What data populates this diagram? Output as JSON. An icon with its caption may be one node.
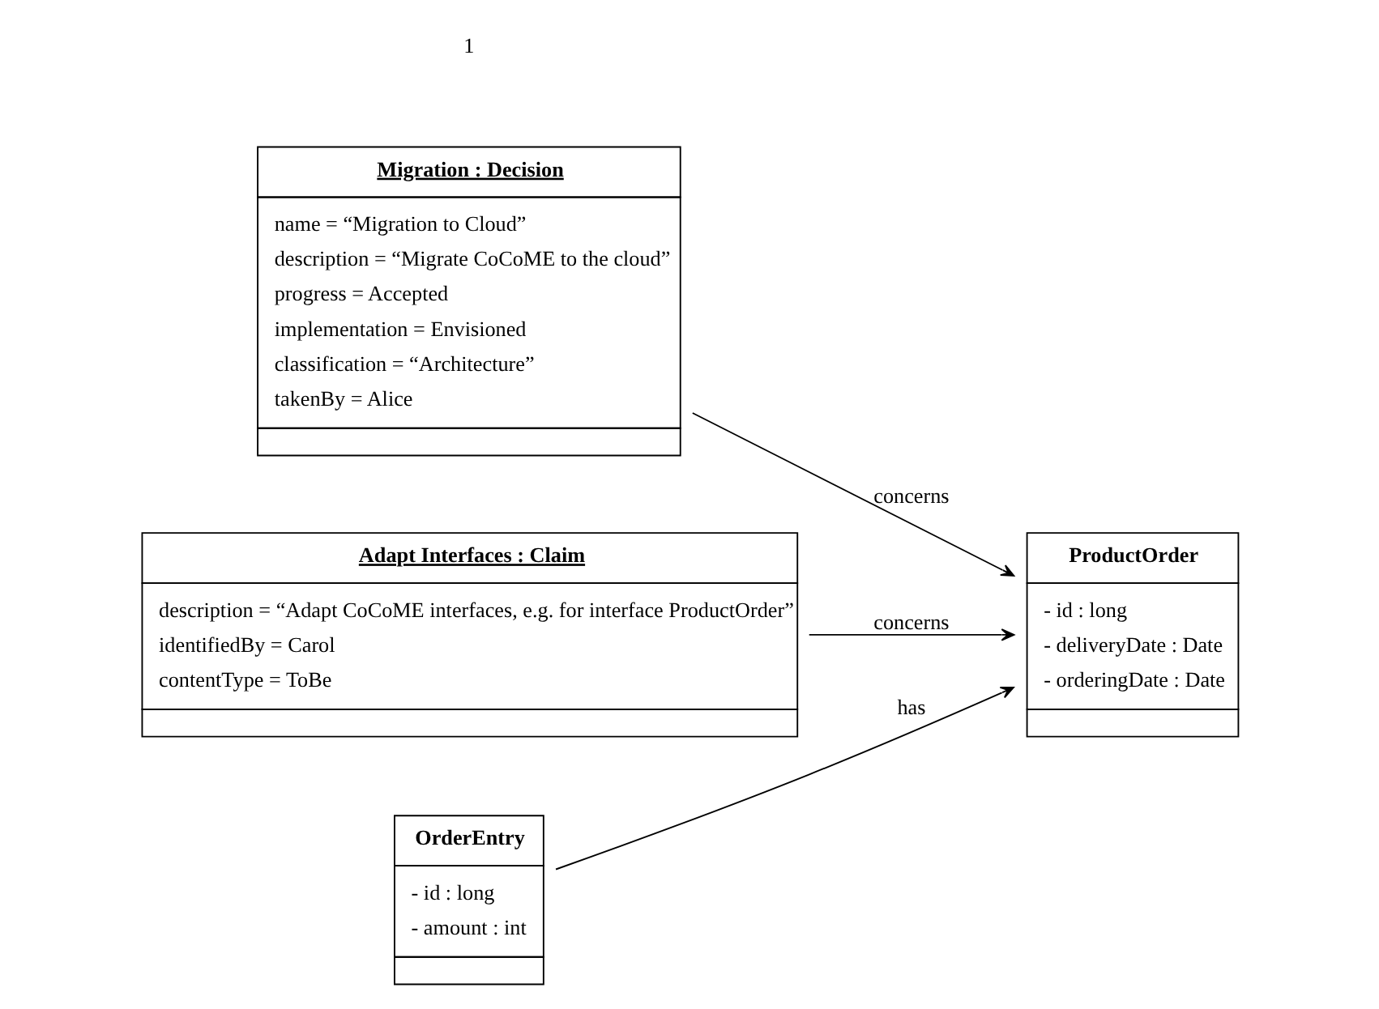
{
  "diagram": {
    "nodes": [
      {
        "text": [
          "Migration : Decision",
          "name = “Migration to Cloud”",
          "description = “Migrate CoCoME to the cloud”",
          "progress = Accepted",
          "implementation = Envisioned",
          "classification = “Architecture”",
          "takenBy = Alice"
        ]
      },
      {
        "text": [
          "ProductOrder",
          "- id : long",
          "- deliveryDate : Date",
          "- orderingDate : Date"
        ]
      },
      {
        "text": [
          "Adapt Interfaces : Claim",
          "description = “Adapt CoCoME interfaces, e.g. for interface ProductOrder”",
          "identifiedBy = Carol",
          "contentType = ToBe"
        ]
      },
      {
        "text": [
          "OrderEntry",
          "- id : long",
          "- amount : int"
        ]
      }
    ],
    "edges": [
      {
        "from": 0,
        "to": 1,
        "arrow": "to",
        "label": "concerns"
      },
      {
        "from": 2,
        "to": 1,
        "arrow": "to",
        "label": "concerns"
      },
      {
        "from": 3,
        "to": 1,
        "arrow": "to",
        "label": "has"
      }
    ],
    "labels": [
      "1"
    ]
  }
}
